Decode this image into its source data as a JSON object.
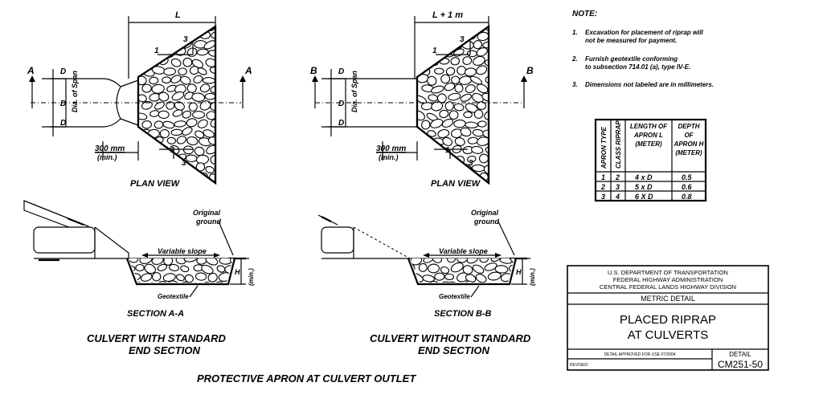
{
  "plan_left": {
    "dim_top": "L",
    "label_D_top": "D",
    "label_D_mid": "D",
    "label_D_bot": "D",
    "dia_label": "Dia. of Span",
    "dim_300": "300 mm",
    "dim_min": "(min.)",
    "slope_top_1": "1",
    "slope_top_3": "3",
    "slope_bot_1": "1",
    "slope_bot_3": "3",
    "section_left": "A",
    "section_right": "A",
    "title": "PLAN VIEW"
  },
  "plan_right": {
    "dim_top": "L + 1 m",
    "label_D_top": "D",
    "label_D_mid": "D",
    "label_D_bot": "D",
    "dia_label": "Dia. of Span",
    "dim_300": "300 mm",
    "dim_min": "(min.)",
    "slope_top_1": "1",
    "slope_top_3": "3",
    "slope_bot_1": "1",
    "slope_bot_3": "3",
    "section_left": "B",
    "section_right": "B",
    "title": "PLAN VIEW"
  },
  "section_left": {
    "ground_label_1": "Original",
    "ground_label_2": "ground",
    "slope_label": "Variable slope",
    "h_label": "H",
    "h_min": "(min.)",
    "geotextile": "Geotextile",
    "title": "SECTION A-A",
    "caption_1": "CULVERT WITH STANDARD",
    "caption_2": "END SECTION"
  },
  "section_right": {
    "ground_label_1": "Original",
    "ground_label_2": "ground",
    "slope_label": "Variable slope",
    "h_label": "H",
    "h_min": "(min.)",
    "geotextile": "Geotextile",
    "title": "SECTION B-B",
    "caption_1": "CULVERT WITHOUT STANDARD",
    "caption_2": "END SECTION"
  },
  "notes": {
    "heading": "NOTE:",
    "items": [
      {
        "num": "1.",
        "line1": "Excavation for placement of riprap will",
        "line2": "not be measured for payment."
      },
      {
        "num": "2.",
        "line1": "Furnish geotextile conforming",
        "line2": "to subsection 714.01 (a), type IV-E."
      },
      {
        "num": "3.",
        "line1": "Dimensions not labeled are in millimeters.",
        "line2": ""
      }
    ]
  },
  "table": {
    "headers": [
      "APRON TYPE",
      "CLASS RIPRAP",
      "LENGTH OF APRON L (METER)",
      "DEPTH OF APRON H (METER)"
    ],
    "rows": [
      [
        "1",
        "2",
        "4 x D",
        "0.5"
      ],
      [
        "2",
        "3",
        "5 x D",
        "0.6"
      ],
      [
        "3",
        "4",
        "6 X D",
        "0.8"
      ]
    ]
  },
  "title_block": {
    "agency_1": "U.S. DEPARTMENT OF TRANSPORTATION",
    "agency_2": "FEDERAL HIGHWAY ADMINISTRATION",
    "agency_3": "CENTRAL FEDERAL LANDS HIGHWAY DIVISION",
    "detail_type": "METRIC DETAIL",
    "title_1": "PLACED RIPRAP",
    "title_2": "AT CULVERTS",
    "approved": "DETAIL APPROVED FOR USE 07/2004",
    "revised": "REVISED:",
    "detail_label": "DETAIL",
    "detail_no": "CM251-50"
  },
  "footer": {
    "caption": "PROTECTIVE APRON AT CULVERT OUTLET"
  }
}
